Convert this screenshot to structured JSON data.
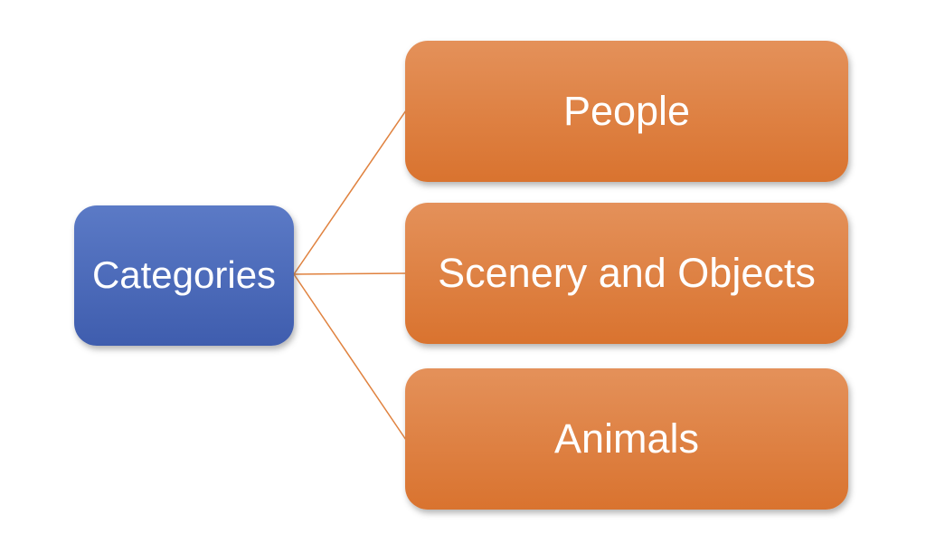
{
  "diagram": {
    "type": "hierarchy",
    "root": {
      "label": "Categories"
    },
    "children": [
      {
        "label": "People"
      },
      {
        "label": "Scenery and Objects"
      },
      {
        "label": "Animals"
      }
    ],
    "connections": [
      {
        "from": "Categories",
        "to": "People"
      },
      {
        "from": "Categories",
        "to": "Scenery and Objects"
      },
      {
        "from": "Categories",
        "to": "Animals"
      }
    ]
  },
  "colors": {
    "background": "#ffffff",
    "root_top": "#5b7ac6",
    "root_bottom": "#3f5dae",
    "child_top": "#e4915a",
    "child_bottom": "#d9732f",
    "connector": "#e0823f",
    "label_text": "#ffffff"
  }
}
